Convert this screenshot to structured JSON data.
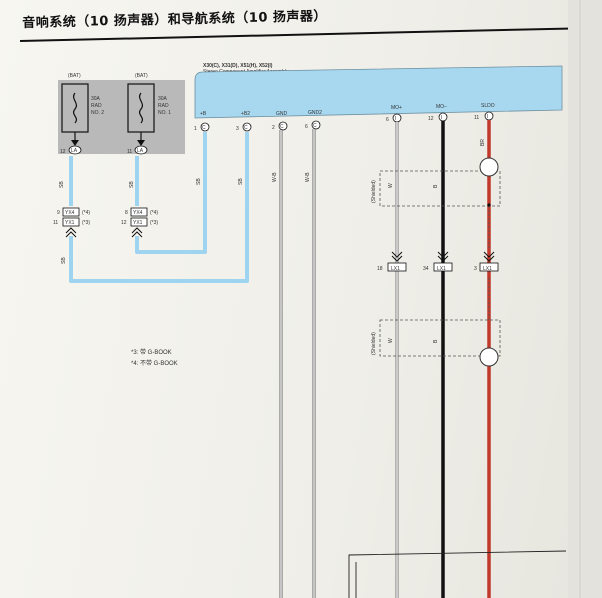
{
  "title": "音响系统（10 扬声器）和导航系统（10 扬声器）",
  "amplifier": {
    "codes": "X30(C), X31(D), X51(H), X52(I)",
    "name": "Stereo Component Amplifier Assembly",
    "pins": [
      {
        "num": "1",
        "conn": "C",
        "label": "+B"
      },
      {
        "num": "3",
        "conn": "C",
        "label": "+B2"
      },
      {
        "num": "2",
        "conn": "C",
        "label": "GND"
      },
      {
        "num": "6",
        "conn": "C",
        "label": "GND2"
      },
      {
        "num": "6",
        "conn": "I",
        "label": "MO+"
      },
      {
        "num": "12",
        "conn": "I",
        "label": "MO−"
      },
      {
        "num": "11",
        "conn": "I",
        "label": "SLDO"
      }
    ]
  },
  "fuses": [
    {
      "supply": "(BAT)",
      "lines": [
        "30A",
        "RAD",
        "NO. 2"
      ],
      "pin": "12",
      "conn": "LA"
    },
    {
      "supply": "(BAT)",
      "lines": [
        "30A",
        "RAD",
        "NO. 1"
      ],
      "pin": "11",
      "conn": "LA"
    }
  ],
  "wire_colors": {
    "left_sb": "SB",
    "amp_sb": "SB",
    "gnd": "W-B",
    "mo_plus": "W",
    "mo_minus": "B",
    "sldo": "BR"
  },
  "left_connectors": [
    {
      "top": {
        "pin": "9",
        "id": "YX4",
        "note": "(*4)"
      },
      "bottom": {
        "pin": "11",
        "id": "YX1",
        "note": "(*3)"
      }
    },
    {
      "top": {
        "pin": "8",
        "id": "YX4",
        "note": "(*4)"
      },
      "bottom": {
        "pin": "12",
        "id": "YX1",
        "note": "(*3)"
      }
    }
  ],
  "lx1": [
    {
      "pin": "18",
      "id": "LX1"
    },
    {
      "pin": "34",
      "id": "LX1"
    },
    {
      "pin": "3",
      "id": "LX1"
    }
  ],
  "shielded_label": "(Shielded)",
  "notes": [
    "*3: 带 G-BOOK",
    "*4: 不带 G-BOOK"
  ],
  "colors": {
    "sb_wire": "#9fd4f0",
    "amp_box": "#a8d8f0",
    "br_wire": "#c0392b",
    "fuse_box": "#b9b9b9"
  }
}
